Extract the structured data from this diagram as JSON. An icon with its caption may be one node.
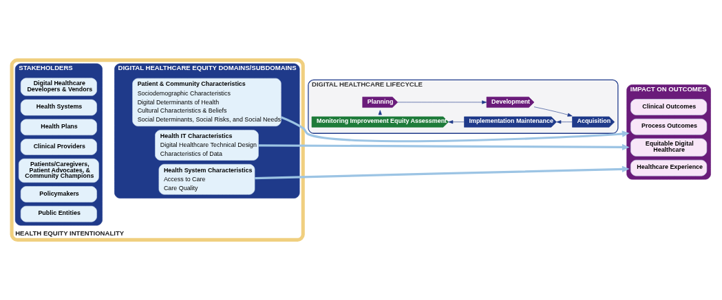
{
  "diagram": {
    "nodes": [
      {
        "text": [
          "HEALTH EQUITY INTENTIONALITY"
        ]
      },
      {
        "text": [
          "STAKEHOLDERS"
        ],
        "in": 0
      },
      {
        "text": [
          "Digital Healthcare Developers & Vendors"
        ],
        "in": 1
      },
      {
        "text": [
          "Health Systems"
        ],
        "in": 1
      },
      {
        "text": [
          "Health Plans"
        ],
        "in": 1
      },
      {
        "text": [
          "Clinical Providers"
        ],
        "in": 1
      },
      {
        "text": [
          "Patients/Caregivers, Patient Advocates, & Community Champions"
        ],
        "in": 1
      },
      {
        "text": [
          "Policymakers"
        ],
        "in": 1
      },
      {
        "text": [
          "Public Entities"
        ],
        "in": 1
      },
      {
        "text": [
          "DIGITAL HEALTHCARE EQUITY DOMAINS/SUBDOMAINS"
        ],
        "in": 0
      },
      {
        "text": [
          "Patient & Community Characteristics",
          "Sociodemographic Characteristics",
          "Digital Determinants of Health",
          "Cultural Characteristics & Beliefs",
          "Social Determinants, Social Risks, and Social Needs"
        ],
        "in": 9
      },
      {
        "text": [
          "Health System Characteristics",
          "Access to Care",
          "Care Quality"
        ],
        "in": 9
      },
      {
        "text": [
          "Health IT Characteristics",
          "Digital Healthcare Technical Design",
          "Characteristics of Data"
        ],
        "in": 9
      },
      {
        "text": [
          "DIGITAL HEALTHCARE LIFECYCLE"
        ]
      },
      {
        "text": [
          "Planning"
        ],
        "in": 13
      },
      {
        "text": [
          "Development"
        ],
        "in": 13
      },
      {
        "text": [
          "Acquisition"
        ],
        "in": 13
      },
      {
        "text": [
          "Implementation Maintenance"
        ],
        "in": 13
      },
      {
        "text": [
          "Monitoring Improvement Equity Assessment"
        ],
        "in": 13
      },
      {
        "text": [
          "IMPACT ON OUTCOMES"
        ]
      },
      {
        "text": [
          "Clinical Outcomes"
        ],
        "in": 19
      },
      {
        "text": [
          "Process Outcomes"
        ],
        "in": 19
      },
      {
        "text": [
          "Healthcare Experience"
        ],
        "in": 19
      },
      {
        "text": [
          "Equitable Digital Healthcare"
        ],
        "in": 19
      }
    ],
    "edges": [
      {
        "from": 14,
        "to": 15,
        "arrow": "to"
      },
      {
        "from": 15,
        "to": 16,
        "arrow": "to"
      },
      {
        "from": 16,
        "to": 17,
        "arrow": "to"
      },
      {
        "from": 17,
        "to": 18,
        "arrow": "to"
      },
      {
        "from": 18,
        "to": 14,
        "arrow": "to"
      },
      {
        "from": 10,
        "to": 19,
        "arrow": "to",
        "style": "thick",
        "color": "#9cc4e4"
      },
      {
        "from": 11,
        "to": 19,
        "arrow": "to",
        "style": "thick",
        "color": "#9cc4e4"
      },
      {
        "from": 12,
        "to": 19,
        "arrow": "to",
        "style": "thick",
        "color": "#9cc4e4"
      }
    ]
  }
}
